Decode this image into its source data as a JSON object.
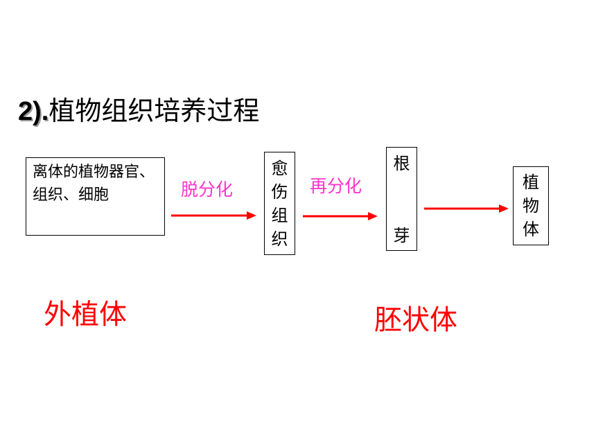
{
  "title": {
    "number": "2).",
    "text": "植物组织培养过程"
  },
  "nodes": {
    "explant_source": "离体的植物器官、组织、细胞",
    "callus": [
      "愈",
      "伤",
      "组",
      "织"
    ],
    "root_shoot": {
      "top": "根",
      "bottom": "芽"
    },
    "plant": [
      "植",
      "物",
      "体"
    ]
  },
  "steps": {
    "dedifferentiation": "脱分化",
    "redifferentiation": "再分化"
  },
  "labels": {
    "explant": "外植体",
    "embryoid": "胚状体"
  },
  "colors": {
    "arrow": "#ff0000",
    "step_text": "#ff33cc",
    "label_text": "#ff0000"
  }
}
